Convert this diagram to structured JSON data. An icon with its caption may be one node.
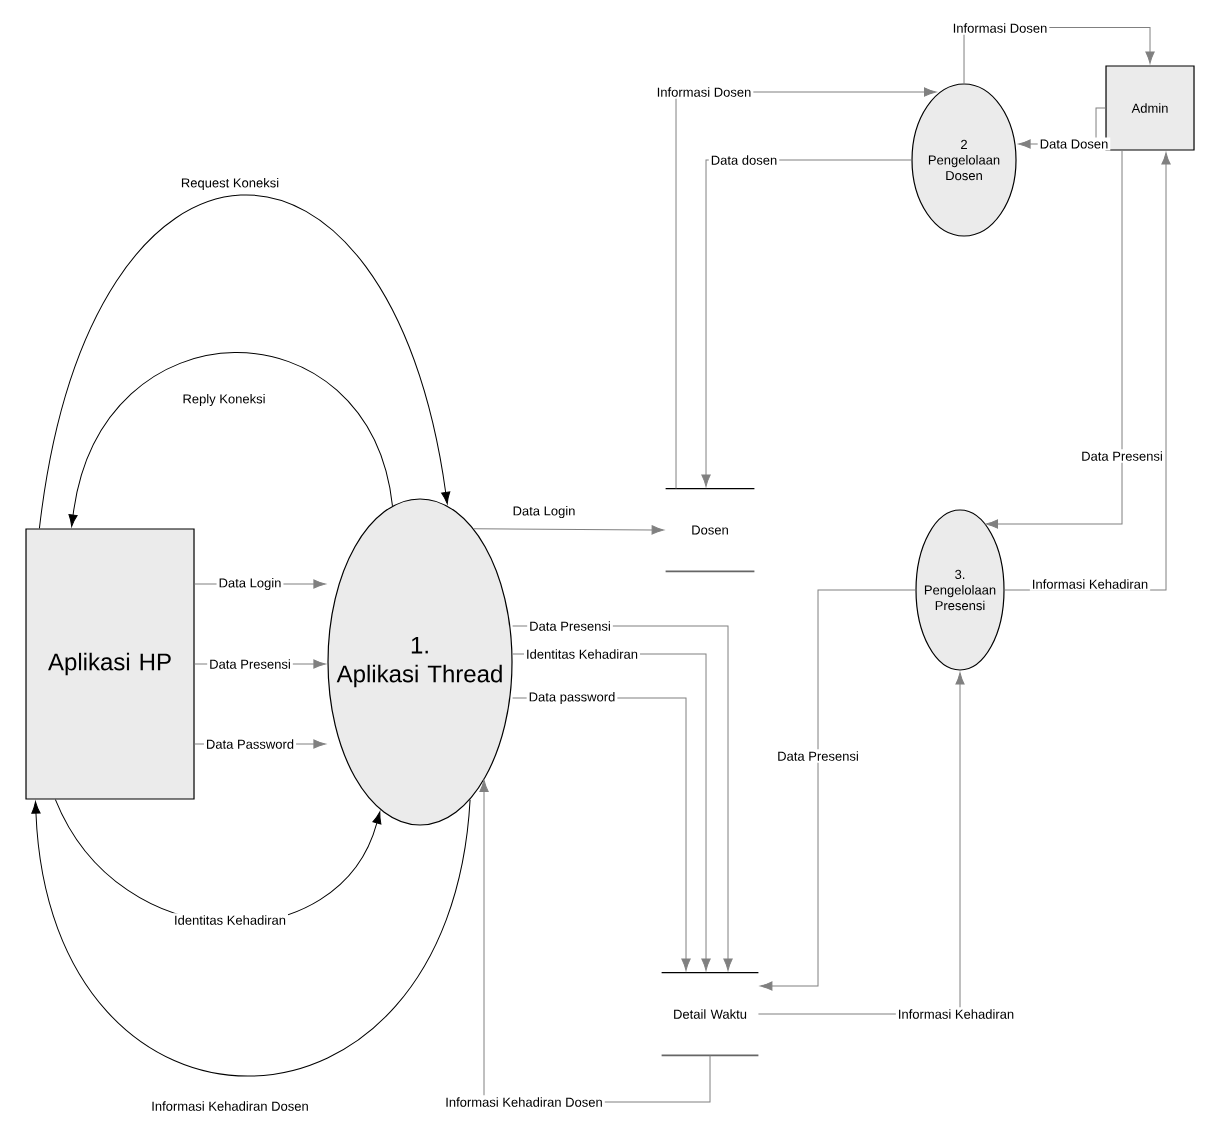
{
  "diagram": {
    "nodes": [
      {
        "text": [
          "Aplikasi HP"
        ]
      },
      {
        "text": [
          "1.",
          "Aplikasi Thread"
        ]
      },
      {
        "text": [
          "2",
          "Pengelolaan Dosen"
        ]
      },
      {
        "text": [
          "Admin"
        ]
      },
      {
        "text": [
          "Dosen"
        ]
      },
      {
        "text": [
          "3.",
          "Pengelolaan Presensi"
        ]
      },
      {
        "text": [
          "Detail Waktu"
        ]
      }
    ],
    "edges": [
      {
        "from": 0,
        "to": 1,
        "arrow": "to",
        "label": "Request Koneksi",
        "color": "#000000"
      },
      {
        "from": 1,
        "to": 0,
        "arrow": "to",
        "label": "Reply Koneksi",
        "color": "#000000"
      },
      {
        "from": 0,
        "to": 1,
        "arrow": "to",
        "label": "Data Login"
      },
      {
        "from": 0,
        "to": 1,
        "arrow": "to",
        "label": "Data Presensi"
      },
      {
        "from": 0,
        "to": 1,
        "arrow": "to",
        "label": "Data Password"
      },
      {
        "from": 0,
        "to": 1,
        "arrow": "to",
        "label": "Identitas Kehadiran",
        "color": "#000000"
      },
      {
        "from": 1,
        "to": 0,
        "arrow": "to",
        "label": "Informasi Kehadiran Dosen",
        "color": "#000000"
      },
      {
        "from": 1,
        "to": 4,
        "arrow": "to",
        "label": "Data Login"
      },
      {
        "from": 1,
        "to": 6,
        "arrow": "to",
        "label": "Data Presensi"
      },
      {
        "from": 1,
        "to": 6,
        "arrow": "to",
        "label": "Identitas Kehadiran"
      },
      {
        "from": 1,
        "to": 6,
        "arrow": "to",
        "label": "Data password"
      },
      {
        "from": 6,
        "to": 1,
        "arrow": "to",
        "label": "Informasi Kehadiran Dosen"
      },
      {
        "from": 2,
        "to": 3,
        "arrow": "to",
        "label": "Informasi Dosen"
      },
      {
        "from": 3,
        "to": 2,
        "arrow": "to",
        "label": "Data Dosen"
      },
      {
        "from": 4,
        "to": 2,
        "arrow": "to",
        "label": "Informasi Dosen"
      },
      {
        "from": 2,
        "to": 4,
        "arrow": "to",
        "label": "Data dosen"
      },
      {
        "from": 3,
        "to": 5,
        "arrow": "to",
        "label": "Data Presensi"
      },
      {
        "from": 5,
        "to": 3,
        "arrow": "to",
        "label": "Informasi Kehadiran"
      },
      {
        "from": 5,
        "to": 6,
        "arrow": "to",
        "label": "Data Presensi"
      },
      {
        "from": 6,
        "to": 5,
        "arrow": "to",
        "label": "Informasi Kehadiran"
      }
    ]
  }
}
